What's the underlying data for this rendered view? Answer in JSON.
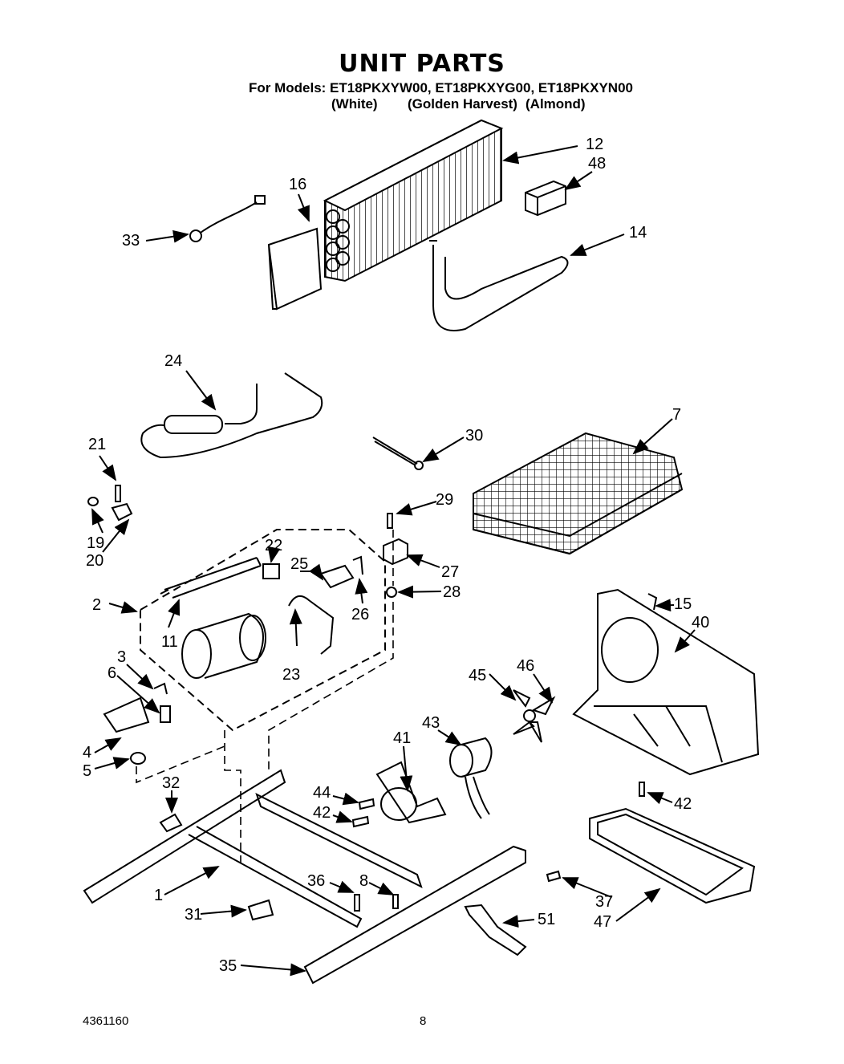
{
  "header": {
    "title": "UNIT PARTS",
    "models_line": "For Models: ET18PKXYW00, ET18PKXYG00, ET18PKXYN00",
    "colors": [
      "(White)",
      "(Golden Harvest)",
      "(Almond)"
    ]
  },
  "callouts": {
    "c12": "12",
    "c48": "48",
    "c16": "16",
    "c33": "33",
    "c14": "14",
    "c24": "24",
    "c7": "7",
    "c30": "30",
    "c21": "21",
    "c19": "19",
    "c20": "20",
    "c29": "29",
    "c22": "22",
    "c25": "25",
    "c27": "27",
    "c28": "28",
    "c2": "2",
    "c26": "26",
    "c11": "11",
    "c23": "23",
    "c15": "15",
    "c40": "40",
    "c3": "3",
    "c6": "6",
    "c46": "46",
    "c45": "45",
    "c43": "43",
    "c41": "41",
    "c4": "4",
    "c5": "5",
    "c32": "32",
    "c44": "44",
    "c42a": "42",
    "c42b": "42",
    "c36": "36",
    "c8": "8",
    "c1": "1",
    "c37": "37",
    "c47": "47",
    "c31": "31",
    "c51": "51",
    "c35": "35"
  },
  "footer": {
    "doc_number": "4361160",
    "page_number": "8"
  }
}
